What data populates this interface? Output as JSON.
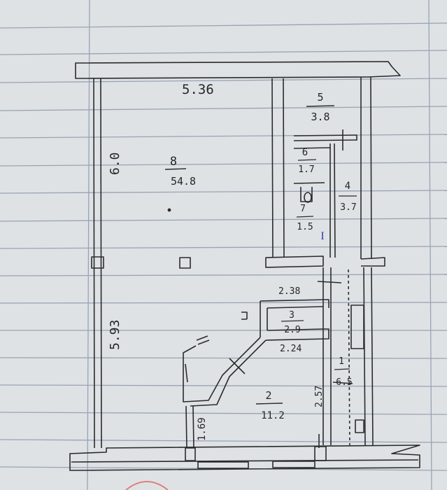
{
  "plan": {
    "overall_width_label": "5.36",
    "left_wall_upper_label": "6.0",
    "left_wall_lower_label": "5.93",
    "bottom_left_label": "1.69",
    "rooms": [
      {
        "number": "8",
        "area": "54.8"
      },
      {
        "number": "5",
        "area": "3.8"
      },
      {
        "number": "6",
        "area": "1.7"
      },
      {
        "number": "4",
        "area": "3.7"
      },
      {
        "number": "7",
        "area": "1.5"
      },
      {
        "number": "3",
        "area": "2.9"
      },
      {
        "number": "1",
        "area": "6.5"
      },
      {
        "number": "2",
        "area": "11.2"
      }
    ],
    "room3_top_label": "2.38",
    "room3_bottom_label": "2.24",
    "room2_side_label": "2.57",
    "blue_mark": "I"
  },
  "colors": {
    "paper": "#e1e4e7",
    "grid": "#9aa7b6",
    "margin_line": "#e58b8b",
    "ink": "#2b2b2b",
    "blue_ink": "#2f3bb0"
  }
}
